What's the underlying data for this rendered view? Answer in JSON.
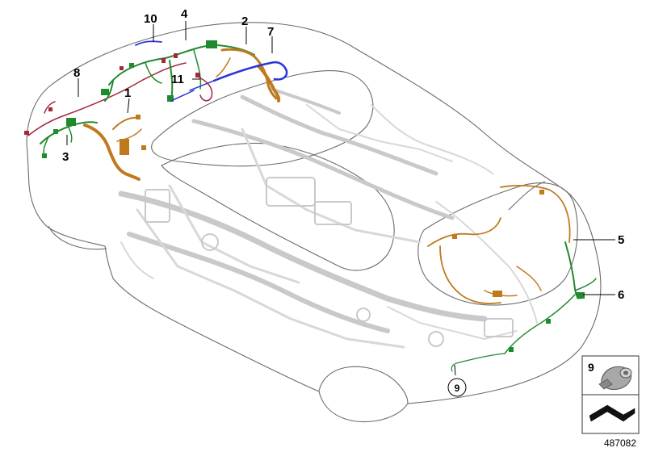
{
  "callouts": {
    "c1": "1",
    "c2": "2",
    "c3": "3",
    "c4": "4",
    "c5": "5",
    "c6": "6",
    "c7": "7",
    "c8": "8",
    "c9": "9",
    "c10": "10",
    "c11": "11"
  },
  "legend": {
    "part_number": "9"
  },
  "reference_number": "487082",
  "colors": {
    "orange_harness": "#c07a1e",
    "green_harness": "#1f8a2e",
    "blue_harness": "#2b33d9",
    "red_harness": "#a3283a",
    "body_outline": "#6b6b6b",
    "ghost_parts": "#c9c9c9"
  },
  "icons": [
    "grommet-icon",
    "arrow-shape-icon"
  ]
}
